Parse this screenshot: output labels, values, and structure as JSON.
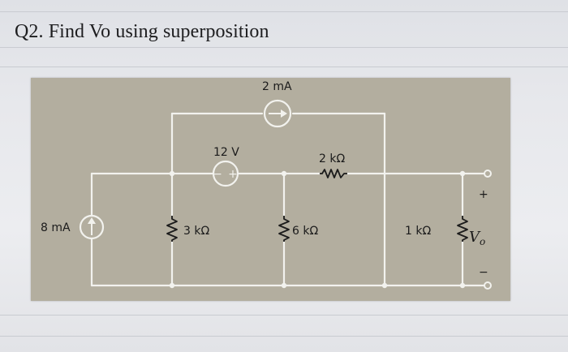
{
  "question": {
    "title": "Q2. Find Vo using superposition"
  },
  "circuit": {
    "current_source_left": {
      "label": "8 mA"
    },
    "resistor_left": {
      "label": "3 kΩ"
    },
    "voltage_source": {
      "label": "12 V",
      "minus": "−",
      "plus": "+"
    },
    "current_source_top": {
      "label": "2 mA"
    },
    "resistor_series": {
      "label": "2 kΩ"
    },
    "resistor_mid": {
      "label": "6 kΩ"
    },
    "resistor_right": {
      "label": "1 kΩ"
    },
    "output": {
      "v": "V",
      "sub": "o",
      "plus": "+",
      "minus": "−"
    }
  },
  "colors": {
    "wire": "#f2f2ee",
    "background": "#b3ae9f",
    "text": "#1b1b1b"
  }
}
